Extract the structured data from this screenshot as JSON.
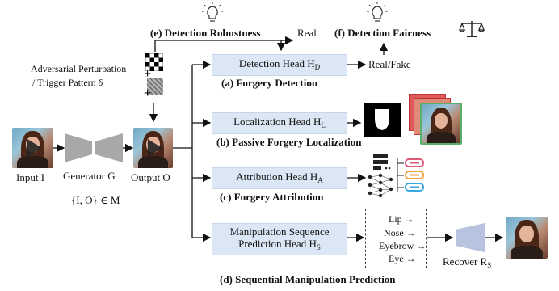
{
  "top": {
    "robustness_label": "(e) Detection Robustness",
    "real_label": "Real",
    "fairness_label": "(f) Detection Fairness"
  },
  "perturbation": {
    "line1": "Adversarial Perturbation",
    "line2": "/ Trigger Pattern δ"
  },
  "pipeline": {
    "input_label": "Input I",
    "generator_label": "Generator G",
    "output_label": "Output O",
    "set_label": "{I, O} ∈ M"
  },
  "heads": {
    "detection": {
      "name": "Detection Head H",
      "sub": "D",
      "output": "Real/Fake",
      "caption": "(a) Forgery Detection"
    },
    "localization": {
      "name": "Localization Head H",
      "sub": "L",
      "caption": "(b) Passive Forgery Localization"
    },
    "attribution": {
      "name": "Attribution Head H",
      "sub": "A",
      "caption": "(c) Forgery Attribution"
    },
    "sequence": {
      "name_line1": "Manipulation Sequence",
      "name_line2": "Prediction Head H",
      "sub": "S",
      "caption": "(d) Sequential Manipulation Prediction"
    }
  },
  "sequence_steps": [
    "Lip →",
    "Nose →",
    "Eyebrow →",
    "Eye →"
  ],
  "recover": {
    "label": "Recover R",
    "sub": "S"
  },
  "icons": [
    "lightbulb-icon",
    "lightbulb-icon",
    "balance-scale-icon",
    "face-photo-icon",
    "generator-icon",
    "network-icon",
    "list-icon"
  ],
  "colors": {
    "head_fill": "#dbe7f5",
    "generator_fill": "#a8a8a8",
    "recover_fill": "#b8c3e0",
    "stack_red": "#e05a5a",
    "stack_green": "#5ab06a",
    "attr_red": "#e05a7a",
    "attr_orange": "#f0a040",
    "attr_blue": "#3aa8e0"
  }
}
